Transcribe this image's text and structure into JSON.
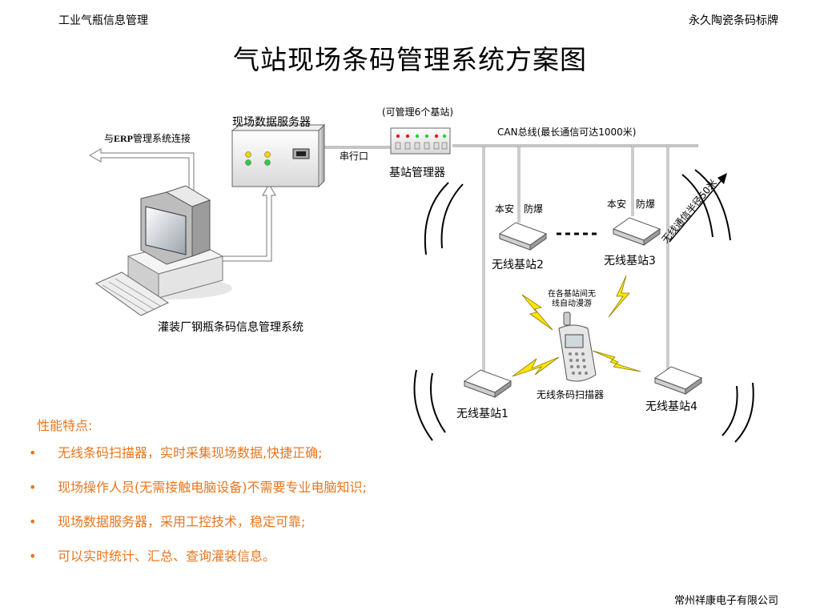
{
  "header": {
    "left": "工业气瓶信息管理",
    "right": "永久陶瓷条码标牌"
  },
  "title": "气站现场条码管理系统方案图",
  "diagram": {
    "server_label": "现场数据服务器",
    "erp_prefix": "与",
    "erp_bold": "ERP",
    "erp_suffix": "管理系统连接",
    "serial_label": "串行口",
    "manager_note": "(可管理6个基站)",
    "manager_label": "基站管理器",
    "can_label": "CAN总线(最长通信可达1000米)",
    "intrinsic_label_2": "本安",
    "explosion_label_2": "防爆",
    "intrinsic_label_3": "本安",
    "explosion_label_3": "防爆",
    "station2_label": "无线基站2",
    "station3_label": "无线基站3",
    "station1_label": "无线基站1",
    "station4_label": "无线基站4",
    "radius_label": "无线通信半径50米",
    "roaming_label_line1": "在各基站间无",
    "roaming_label_line2": "线自动漫游",
    "scanner_label": "无线条码扫描器",
    "pc_label": "灌装厂钢瓶条码信息管理系统",
    "dots": "·····"
  },
  "features": {
    "title": "性能特点:",
    "bullet": "•",
    "items": [
      "无线条码扫描器，实时采集现场数据,快捷正确;",
      "现场操作人员(无需接触电脑设备)不需要专业电脑知识;",
      "现场数据服务器，采用工控技术，稳定可靠;",
      "可以实时统计、汇总、查询灌装信息。"
    ]
  },
  "footer": "常州祥康电子有限公司",
  "colors": {
    "accent": "#e8761e",
    "lightning": "#ffe600",
    "led_green": "#2ecc40",
    "led_yellow": "#f5d300",
    "led_red": "#e02020"
  }
}
